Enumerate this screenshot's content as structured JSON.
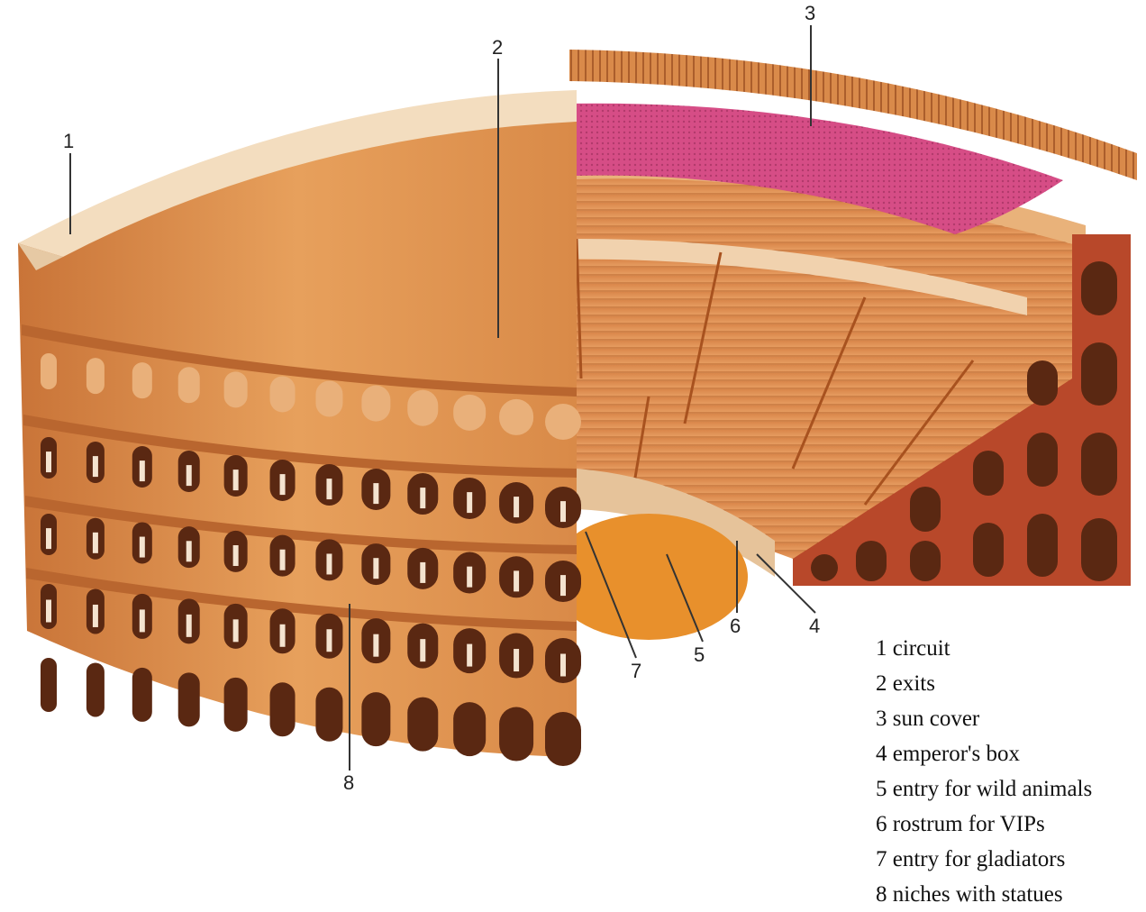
{
  "callouts": [
    "1",
    "2",
    "3",
    "4",
    "5",
    "6",
    "7",
    "8"
  ],
  "legend": [
    "1 circuit",
    "2 exits",
    "3 sun cover",
    "4 emperor's box",
    "5 entry for wild animals",
    "6 rostrum for VIPs",
    "7 entry for gladiators",
    "8 niches with statues"
  ],
  "colors": {
    "stone": "#e39a54",
    "stone_dark": "#c9733a",
    "arch": "#5a2812",
    "rim": "#f3ddbf",
    "sun_cover": "#d24a82",
    "arena_floor": "#e8902c",
    "section_red": "#b8482a"
  }
}
